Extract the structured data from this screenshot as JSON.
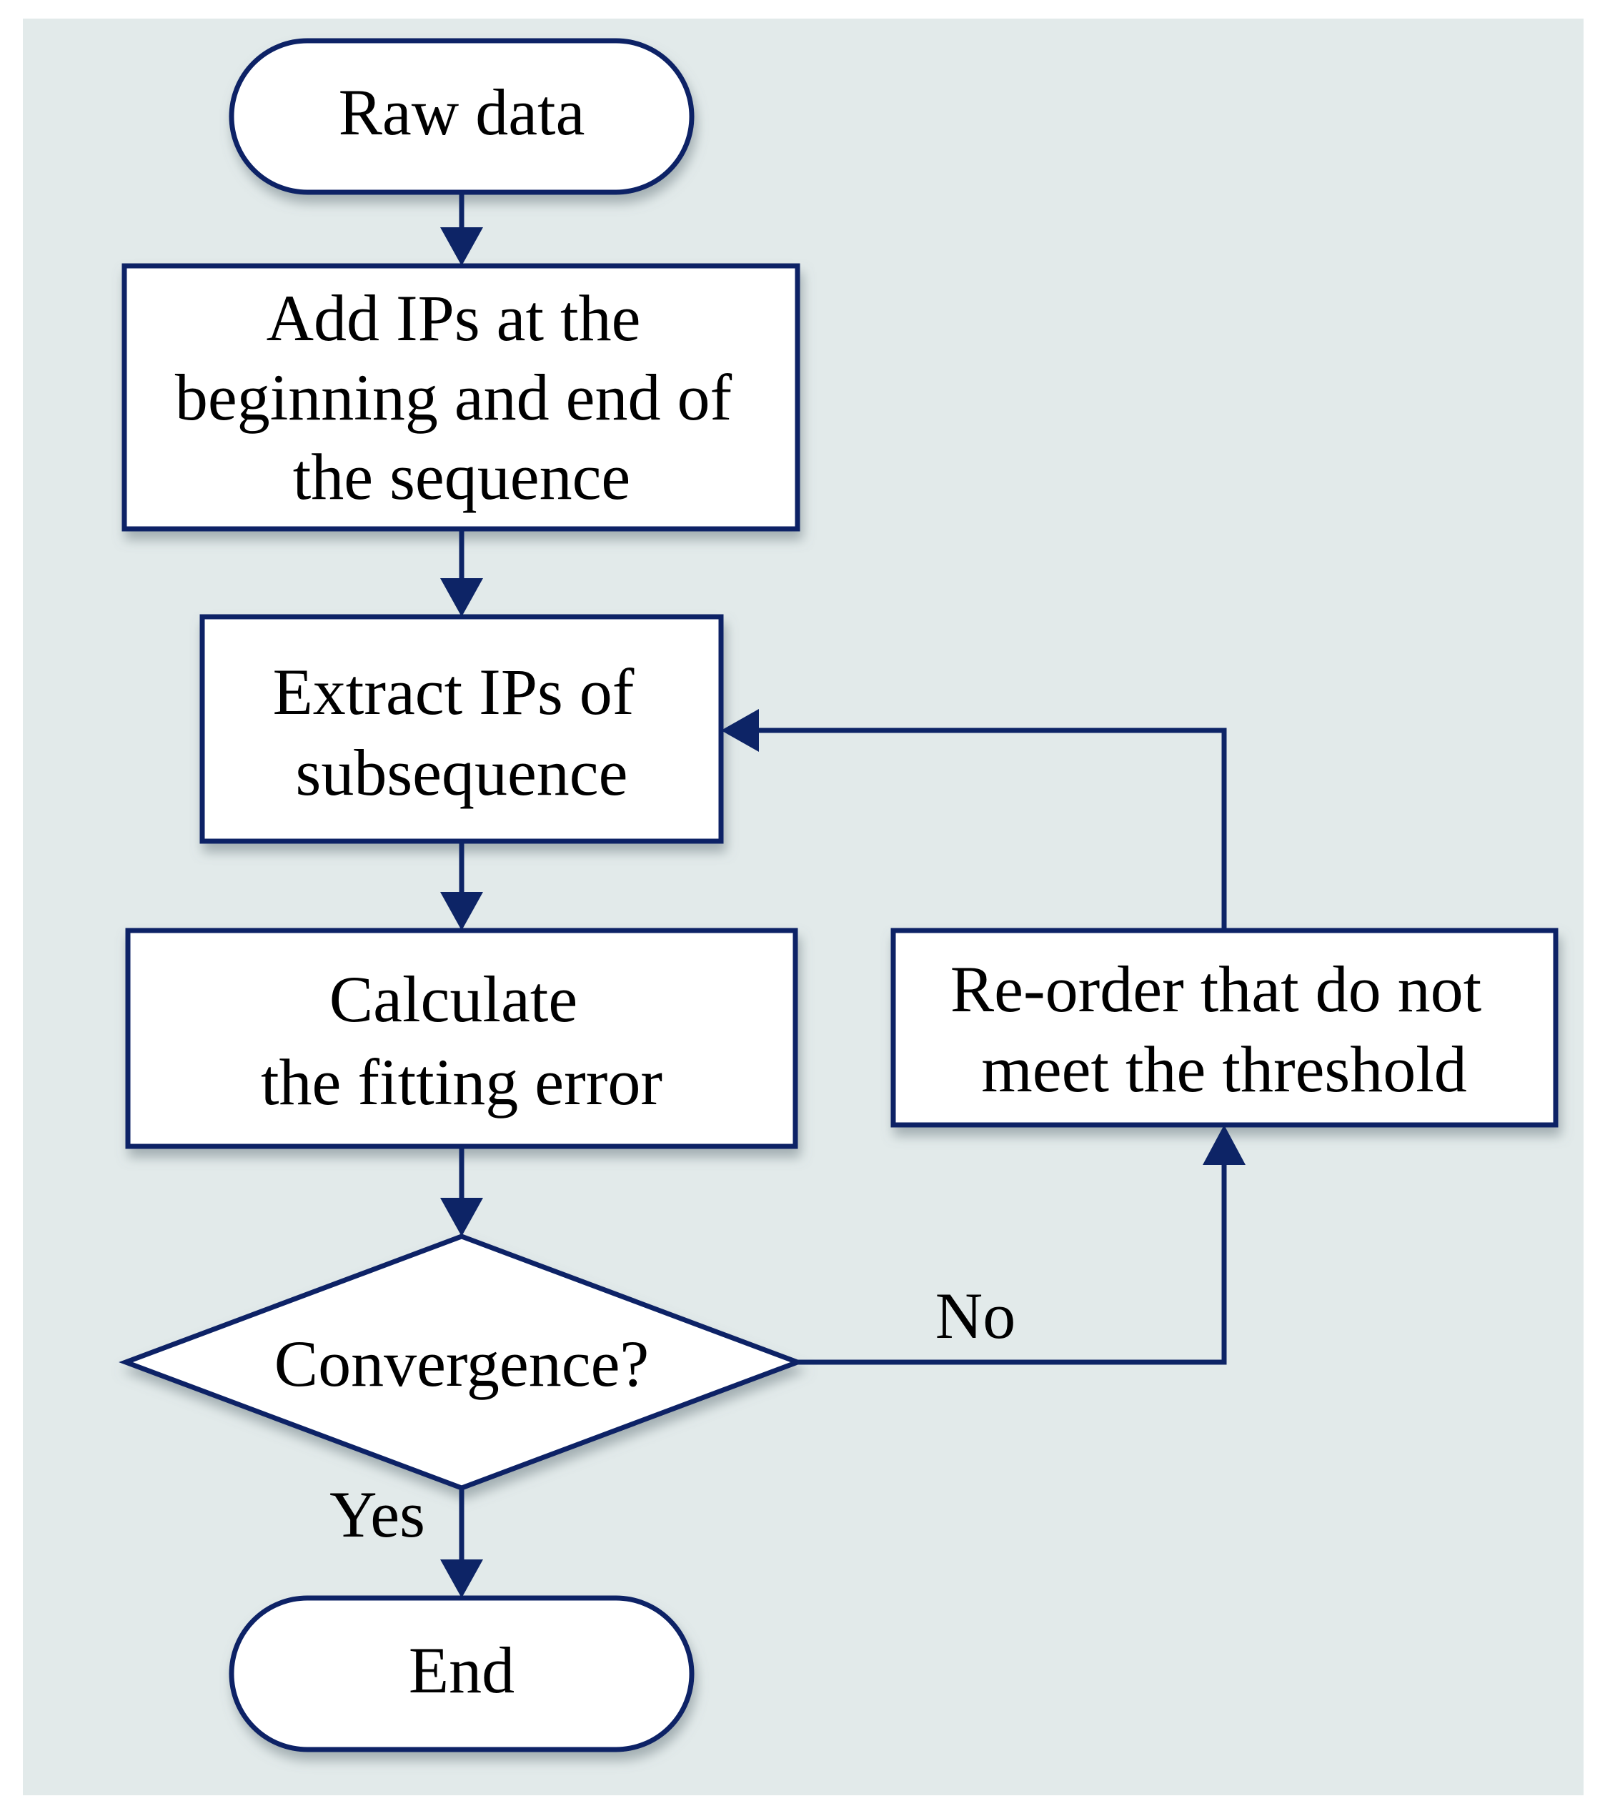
{
  "colors": {
    "background": "#e2eaea",
    "stroke": "#0d2466",
    "node_fill": "#ffffff",
    "text": "#000000"
  },
  "nodes": {
    "start": {
      "label": "Raw data"
    },
    "add_ips": {
      "lines": [
        "Add IPs at the",
        "beginning and end of",
        "the sequence"
      ]
    },
    "extract_ips": {
      "lines": [
        "Extract IPs of",
        "subsequence"
      ]
    },
    "calculate": {
      "lines": [
        "Calculate",
        "the fitting error"
      ]
    },
    "decision": {
      "label": "Convergence?"
    },
    "reorder": {
      "lines": [
        "Re-order that do not",
        "meet the threshold"
      ]
    },
    "end": {
      "label": "End"
    }
  },
  "edges": {
    "no_label": "No",
    "yes_label": "Yes"
  }
}
